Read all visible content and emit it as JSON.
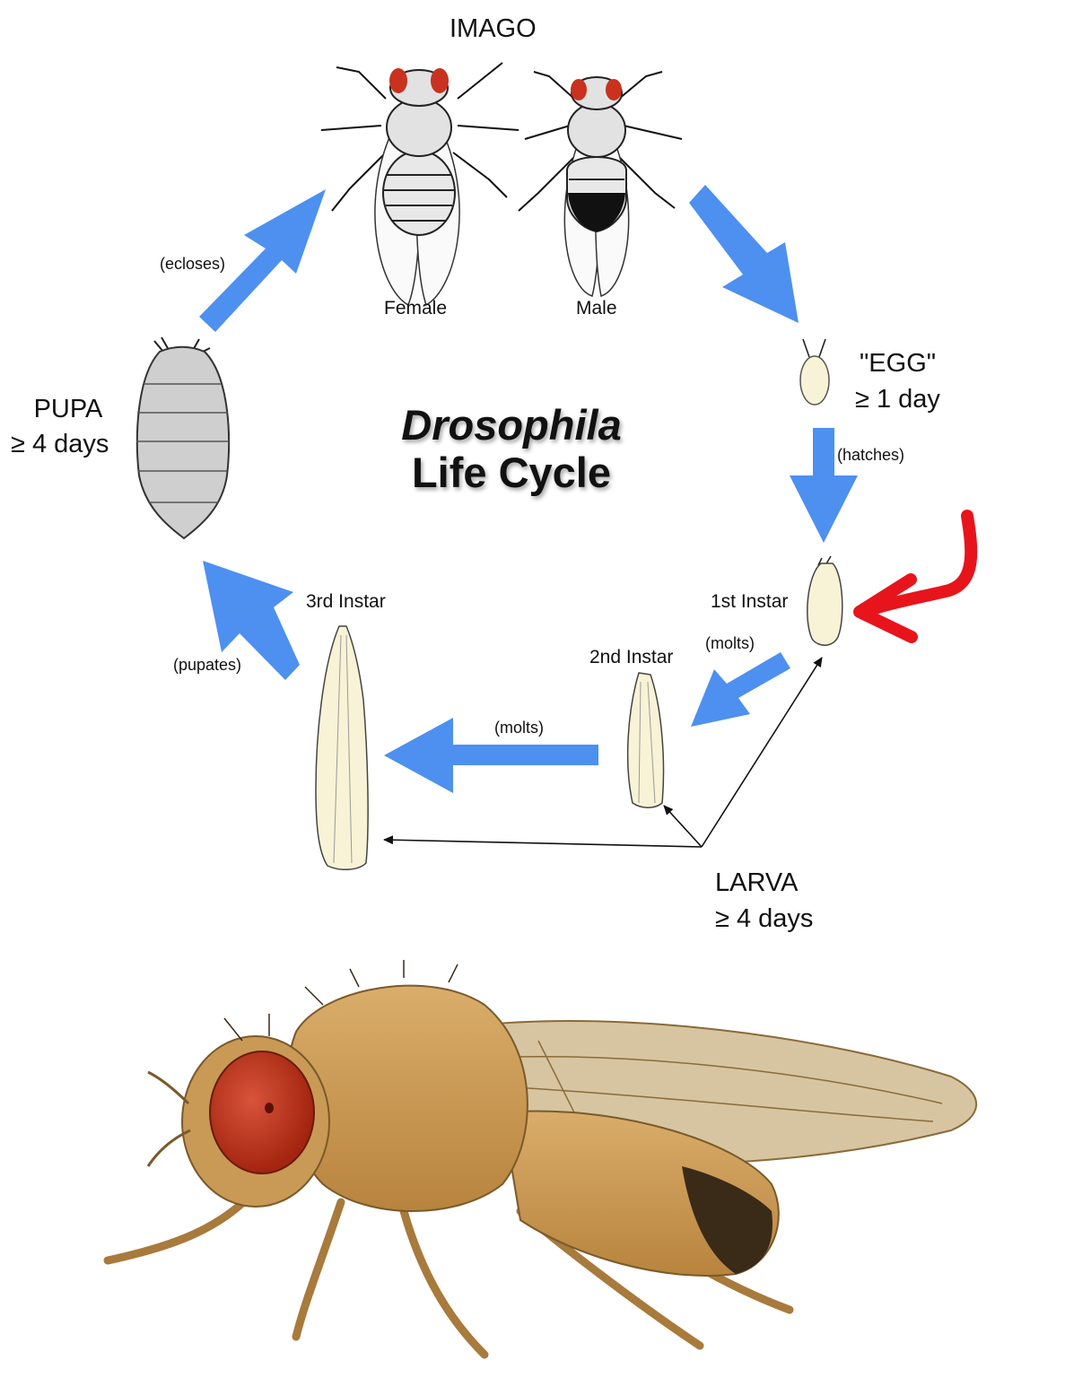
{
  "title": {
    "line1": "Drosophila",
    "line2": "Life Cycle"
  },
  "stages": {
    "imago": "IMAGO",
    "female": "Female",
    "male": "Male",
    "egg_name": "\"EGG\"",
    "egg_duration": "≥ 1 day",
    "pupa_name": "PUPA",
    "pupa_duration": "≥ 4 days",
    "larva_name": "LARVA",
    "larva_duration": "≥ 4 days",
    "instar1": "1st Instar",
    "instar2": "2nd Instar",
    "instar3": "3rd Instar"
  },
  "transitions": {
    "ecloses": "(ecloses)",
    "hatches": "(hatches)",
    "molts_1": "(molts)",
    "molts_2": "(molts)",
    "pupates": "(pupates)"
  },
  "colors": {
    "cycle_arrow": "#4d90f0",
    "highlight_arrow": "#e8141c",
    "larva_fill": "#f8f3d6",
    "pupa_fill": "#cfcfcf",
    "fly_eye": "#c8321e",
    "fly_body": "#c99a55"
  }
}
